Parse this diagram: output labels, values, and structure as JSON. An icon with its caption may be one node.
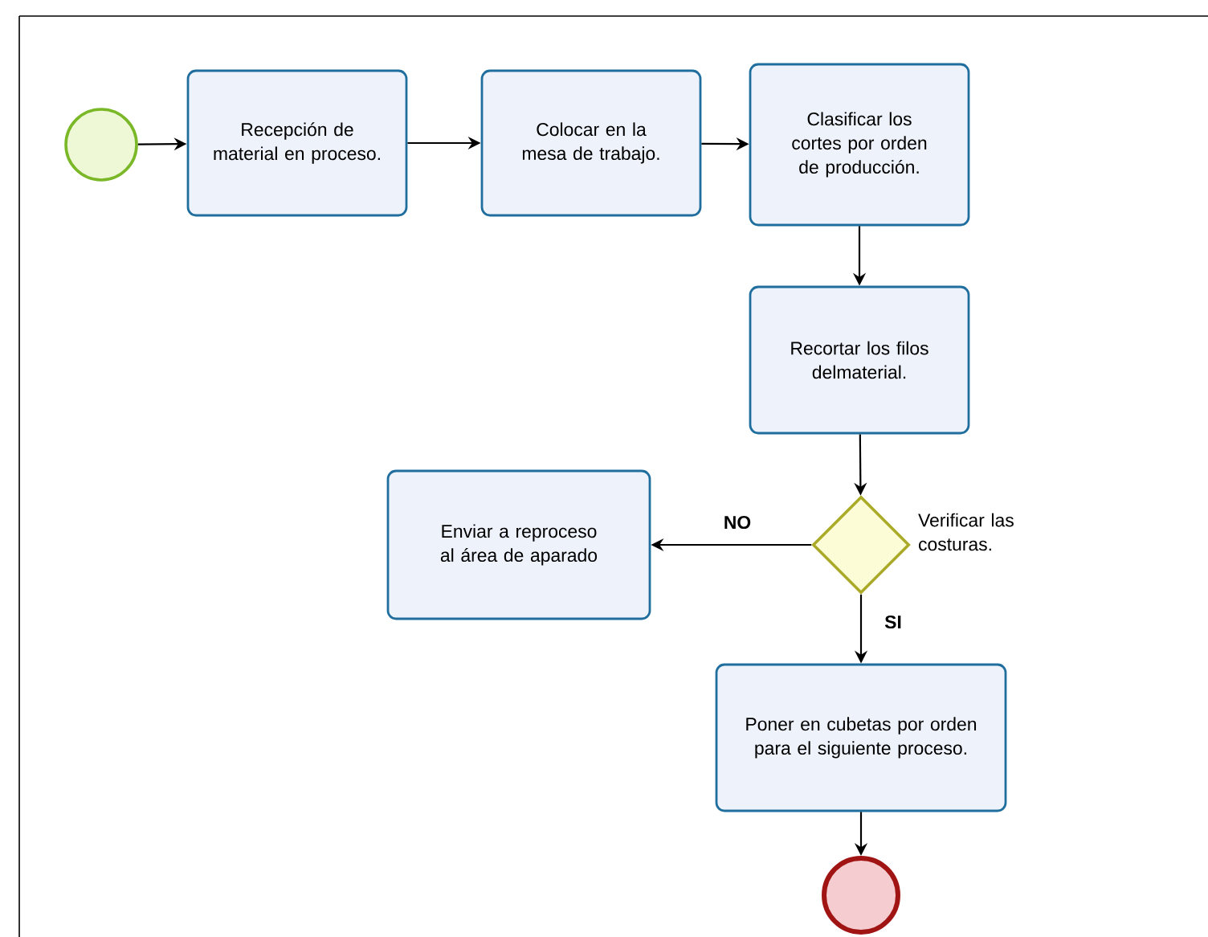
{
  "diagram": {
    "nodes": [
      {
        "text": [],
        "shape": "circle"
      },
      {
        "text": [
          "Recepción de material en proceso."
        ]
      },
      {
        "text": [
          "Colocar en la mesa de trabajo."
        ]
      },
      {
        "text": [
          "Clasificar los cortes por orden de producción."
        ]
      },
      {
        "text": [
          "Recortar los filos delmaterial."
        ]
      },
      {
        "text": [],
        "shape": "diamond",
        "beside": [
          "Verificar las costuras."
        ]
      },
      {
        "text": [
          "Enviar a reproceso al área de aparado"
        ]
      },
      {
        "text": [
          "Poner en cubetas por orden para el siguiente proceso."
        ]
      },
      {
        "text": [],
        "shape": "circle"
      }
    ],
    "edges": [
      {
        "from": 0,
        "to": 1,
        "arrow": "to"
      },
      {
        "from": 1,
        "to": 2,
        "arrow": "to"
      },
      {
        "from": 2,
        "to": 3,
        "arrow": "to"
      },
      {
        "from": 3,
        "to": 4,
        "arrow": "to"
      },
      {
        "from": 4,
        "to": 5,
        "arrow": "to"
      },
      {
        "from": 5,
        "to": 6,
        "arrow": "to",
        "label": "NO"
      },
      {
        "from": 5,
        "to": 7,
        "arrow": "to",
        "label": "SI"
      },
      {
        "from": 7,
        "to": 8,
        "arrow": "to"
      }
    ]
  }
}
